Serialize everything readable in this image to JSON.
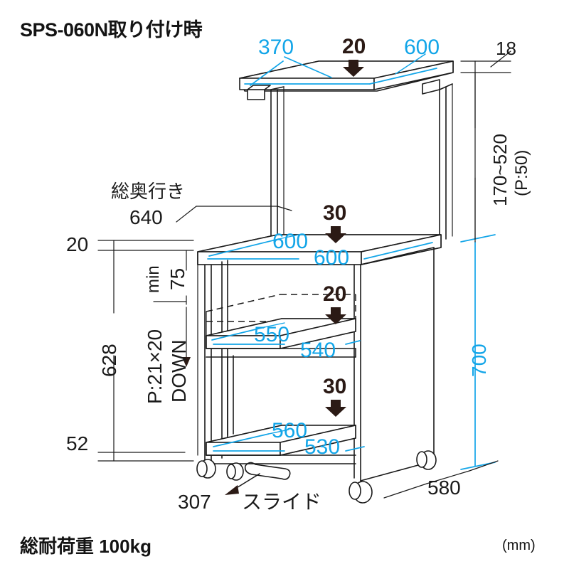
{
  "header": {
    "title": "SPS-060N取り付け時"
  },
  "footer": {
    "total_load": "総耐荷重 100kg",
    "unit": "(mm)"
  },
  "drawing": {
    "product": "SPS-060N",
    "type": "technical-dimension-drawing",
    "units": "mm",
    "top_shelf": {
      "depth_label": "370",
      "width_label": "600",
      "load_kg": "20",
      "thickness": "18"
    },
    "upper_post": {
      "height_range": "170~520",
      "pitch_note": "(P:50)"
    },
    "main_desktop": {
      "depth_label": "600",
      "width_label": "600",
      "load_kg": "30"
    },
    "middle_shelf": {
      "depth_label": "550",
      "width_label": "540",
      "load_kg": "20"
    },
    "bottom_shelf": {
      "depth_label": "560",
      "width_label": "530",
      "load_kg": "30"
    },
    "left_dims": {
      "total_depth_label": "総奥行き",
      "total_depth_value": "640",
      "top_offset": "20",
      "min_label": "min",
      "min_value": "75",
      "overall_height": "628",
      "pitch_note": "P:21×20",
      "down_note": "DOWN",
      "bottom_offset": "52"
    },
    "right_dims": {
      "body_height": "700",
      "body_width": "580"
    },
    "slide": {
      "value": "307",
      "label": "スライド"
    }
  },
  "colors": {
    "dimension_cyan": "#12a5e8",
    "line_black": "#1a1a1a",
    "load_arrow": "#2b1a15",
    "background": "#ffffff"
  }
}
